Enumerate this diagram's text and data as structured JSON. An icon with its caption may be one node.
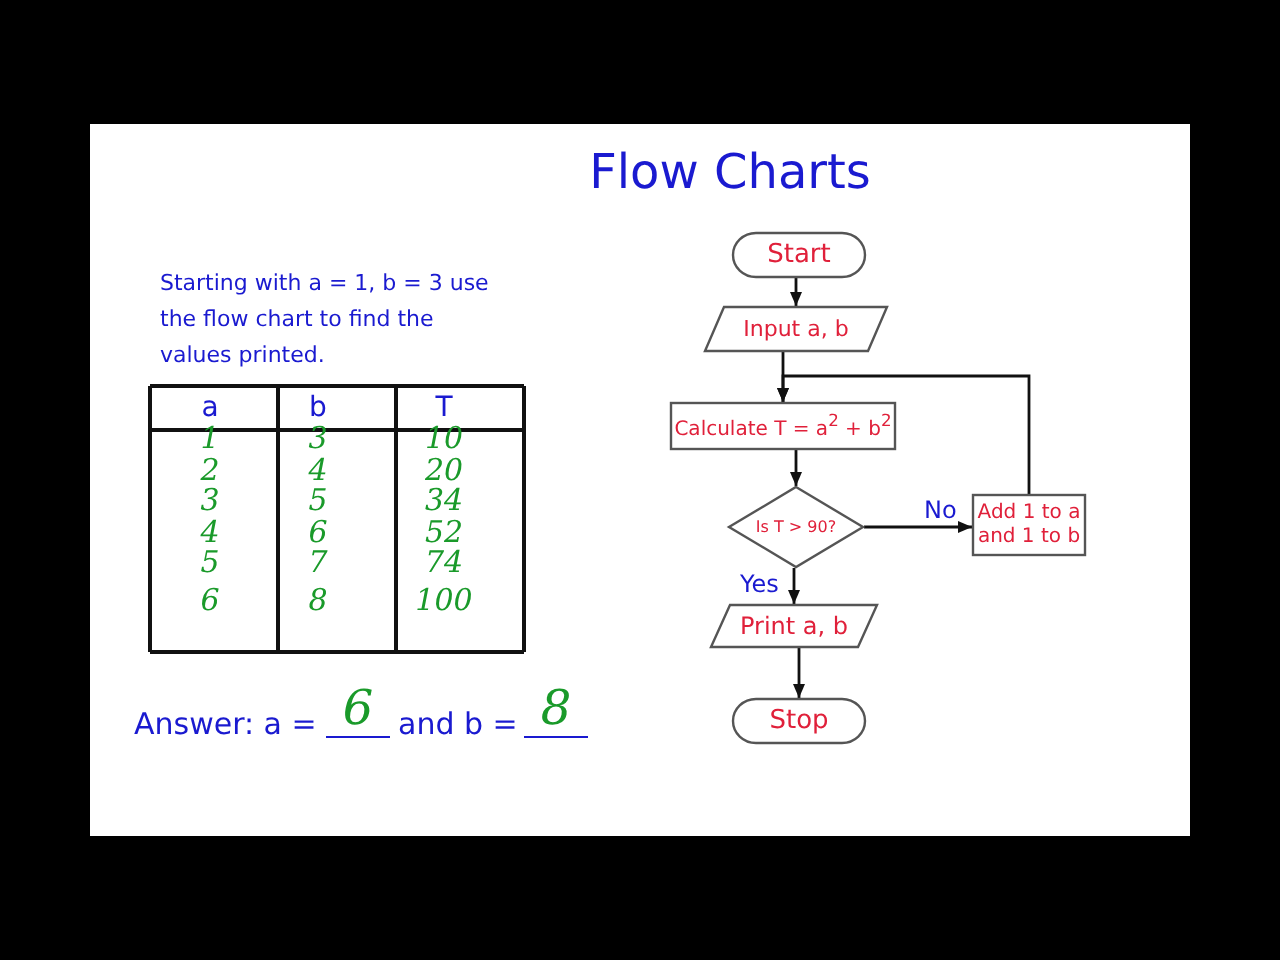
{
  "diagram": {
    "title": "Flow Charts",
    "nodes": [
      {
        "text": [
          "Start"
        ]
      },
      {
        "text": [
          "Input a, b"
        ]
      },
      {
        "text": [
          "Calculate  T = a$^{2}$ + b$^{2}$"
        ]
      },
      {
        "text": [
          "Is T > 90?"
        ]
      },
      {
        "text": [
          "Add 1 to a and 1 to b"
        ]
      },
      {
        "text": [
          "Print a, b"
        ]
      },
      {
        "text": [
          "Stop"
        ]
      }
    ],
    "edges": [
      {
        "from": 0,
        "to": 1,
        "arrow": "to"
      },
      {
        "from": 1,
        "to": 2,
        "arrow": "to"
      },
      {
        "from": 2,
        "to": 3,
        "arrow": "to"
      },
      {
        "from": 3,
        "to": 4,
        "arrow": "to",
        "label": "No"
      },
      {
        "from": 4,
        "to": 2,
        "arrow": "to"
      },
      {
        "from": 3,
        "to": 5,
        "arrow": "to",
        "label": "Yes"
      },
      {
        "from": 5,
        "to": 6,
        "arrow": "to"
      }
    ],
    "labels": [
      "Starting with a = 1, b = 3 use the flow chart to find the values printed.",
      "a",
      "b",
      "T",
      "1",
      "3",
      "10",
      "2",
      "4",
      "20",
      "3",
      "5",
      "34",
      "4",
      "6",
      "52",
      "5",
      "7",
      "74",
      "6",
      "8",
      "100",
      "Answer: a =",
      "6",
      "and b =",
      "8"
    ]
  }
}
